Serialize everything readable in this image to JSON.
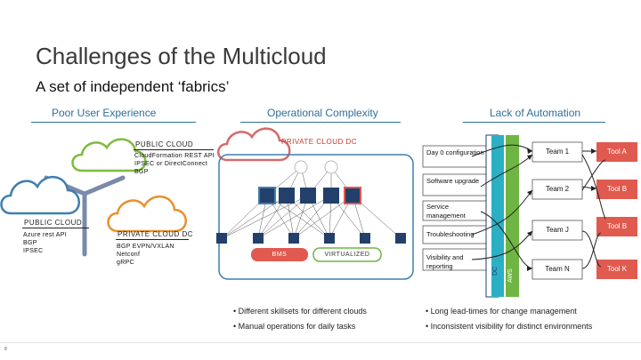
{
  "slide": {
    "title": "Challenges of the Multicloud",
    "subtitle": "A set of independent ‘fabrics’",
    "page_number": "8"
  },
  "columns": [
    {
      "label": "Poor User Experience"
    },
    {
      "label": "Operational Complexity"
    },
    {
      "label": "Lack of Automation"
    }
  ],
  "clouds": {
    "public_top": {
      "label": "PUBLIC CLOUD",
      "lines": [
        "CloudFormation REST API",
        "IPSEC or DirectConnect",
        "BGP"
      ]
    },
    "public_left": {
      "label": "PUBLIC CLOUD",
      "lines": [
        "Azure rest API",
        "BGP",
        "IPSEC"
      ]
    },
    "private_bottom": {
      "label": "PRIVATE CLOUD DC",
      "lines": [
        "BGP EVPN/VXLAN",
        "Netconf",
        "gRPC"
      ]
    },
    "private_top": {
      "label": "PRIVATE CLOUD DC"
    }
  },
  "fabric": {
    "bms": "BMS",
    "virtualized": "VIRTUALIZED"
  },
  "automation": {
    "steps": [
      "Day 0 configuration",
      "Software upgrade",
      "Service management",
      "Troubleshooting",
      "Visibility and reporting"
    ],
    "bars": [
      "DC",
      "AWS"
    ],
    "teams": [
      "Team 1",
      "Team 2",
      "Team J",
      "Team N"
    ],
    "tools": [
      "Tool A",
      "Tool B",
      "Tool B",
      "Tool K"
    ]
  },
  "bullets": {
    "left": [
      "Different skillsets for different clouds",
      "Manual operations for daily tasks"
    ],
    "right": [
      "Long lead-times for change management",
      "Inconsistent visibility for distinct environments"
    ]
  },
  "colors": {
    "accent": "#2e6f9c",
    "green_cloud": "#7dbb3e",
    "blue_cloud": "#3f7fb0",
    "orange_cloud": "#e8912c",
    "red": "#e05a4f",
    "teal": "#2ab0c4",
    "green_bar": "#6fb544",
    "navy": "#23406b"
  }
}
